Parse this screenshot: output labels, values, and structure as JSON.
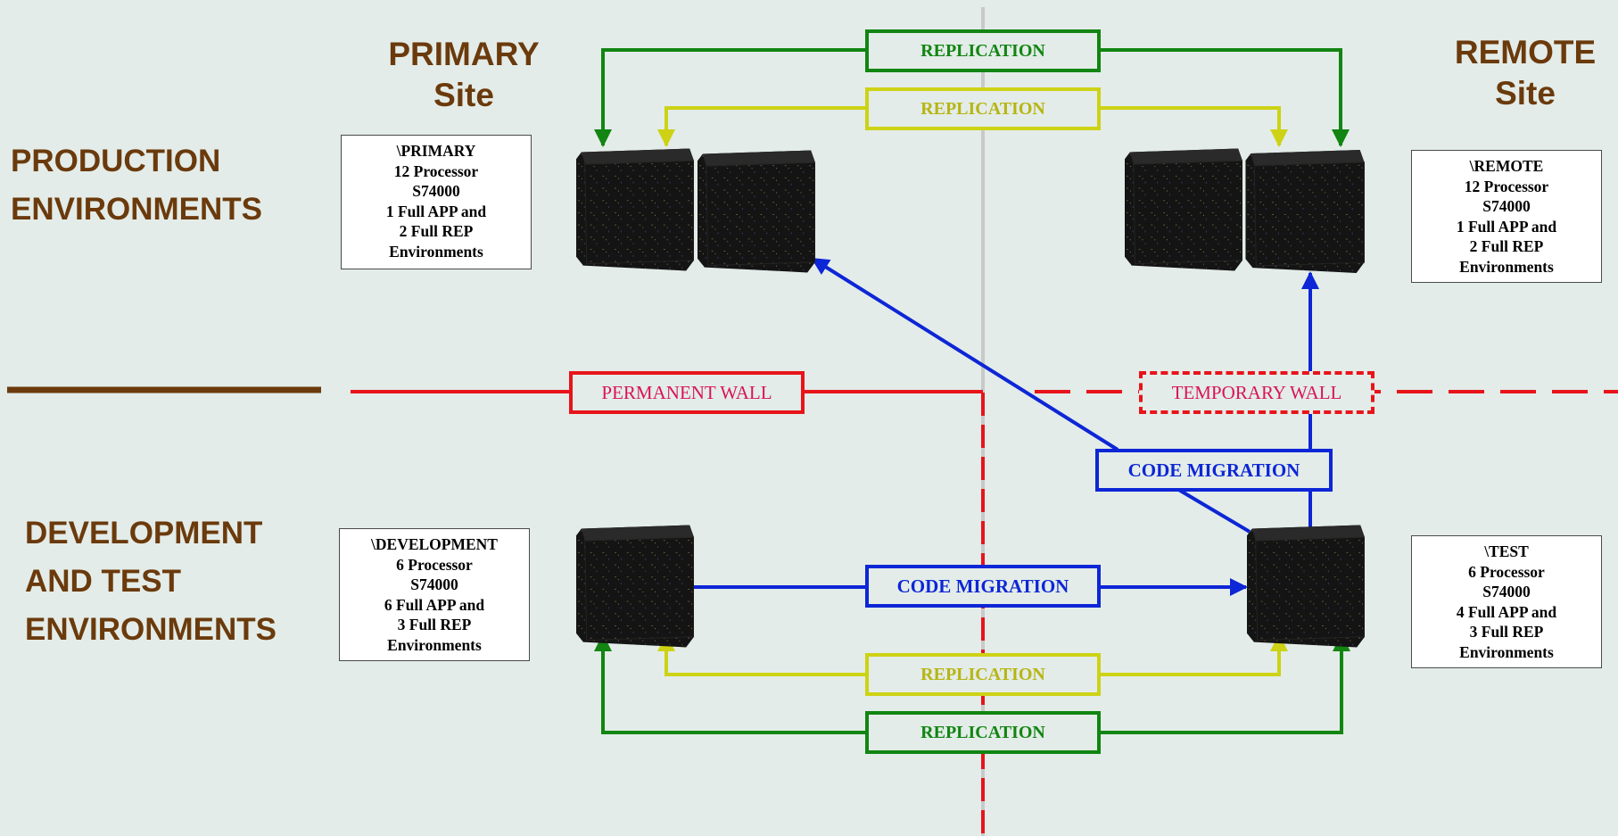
{
  "site_headings": {
    "primary": [
      "PRIMARY",
      "Site"
    ],
    "remote": [
      "REMOTE",
      "Site"
    ]
  },
  "env_headings": {
    "production": [
      "PRODUCTION",
      "ENVIRONMENTS"
    ],
    "development": [
      "DEVELOPMENT",
      "AND TEST",
      "ENVIRONMENTS"
    ]
  },
  "systems": {
    "primary": [
      "\\PRIMARY",
      "12 Processor",
      "S74000",
      "1 Full APP and",
      "2 Full REP",
      "Environments"
    ],
    "remote": [
      "\\REMOTE",
      "12 Processor",
      "S74000",
      "1 Full APP and",
      "2 Full REP",
      "Environments"
    ],
    "development": [
      "\\DEVELOPMENT",
      "6 Processor",
      "S74000",
      "6 Full APP and",
      "3 Full REP",
      "Environments"
    ],
    "test": [
      "\\TEST",
      "6 Processor",
      "S74000",
      "4 Full APP and",
      "3 Full REP",
      "Environments"
    ]
  },
  "labels": {
    "replication": "REPLICATION",
    "code_migration": "CODE MIGRATION",
    "permanent_wall": "PERMANENT WALL",
    "temporary_wall": "TEMPORARY WALL"
  },
  "colors": {
    "background": "#e3ece8",
    "heading": "#6b3a0c",
    "replication_outer": "#128512",
    "replication_inner": "#cdd214",
    "code_migration": "#0d26d6",
    "wall": "#e8141a",
    "wall_text": "#d9145a",
    "center_divider": "#c9c9c9",
    "server": "#141414"
  },
  "icons": {
    "server": "server-rack-icon"
  }
}
